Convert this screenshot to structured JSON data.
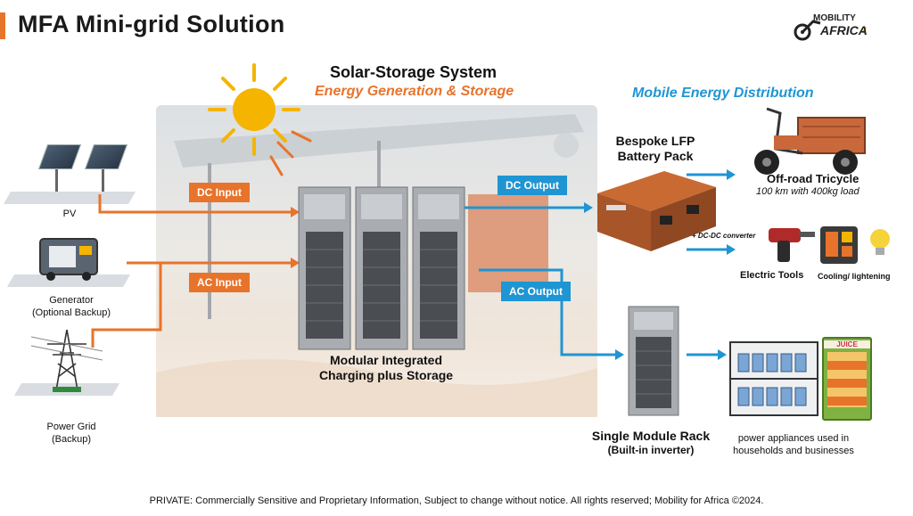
{
  "header": {
    "title": "MFA Mini-grid Solution",
    "logo_line1": "MOBILITY",
    "logo_line2": "AFRICA"
  },
  "system": {
    "title": "Solar-Storage System",
    "subtitle": "Energy Generation & Storage",
    "main_label_line1": "Modular Integrated",
    "main_label_line2": "Charging plus Storage"
  },
  "sources": {
    "pv": "PV",
    "generator_line1": "Generator",
    "generator_line2": "(Optional Backup)",
    "grid_line1": "Power Grid",
    "grid_line2": "(Backup)"
  },
  "flows": {
    "dc_input": "DC Input",
    "ac_input": "AC Input",
    "dc_output": "DC Output",
    "ac_output": "AC Output",
    "dcdc_converter": "+ DC-DC converter"
  },
  "distribution": {
    "title": "Mobile Energy Distribution",
    "battery_line1": "Bespoke LFP",
    "battery_line2": "Battery Pack",
    "tricycle": "Off-road Tricycle",
    "tricycle_spec": "100 km with 400kg load",
    "electric_tools": "Electric Tools",
    "cooling": "Cooling/ lightening",
    "rack_line1": "Single Module Rack",
    "rack_line2": "(Built-in inverter)",
    "appliances_line1": "power appliances used in",
    "appliances_line2": "households and businesses",
    "juice_label": "JUICE"
  },
  "footer": {
    "text": "PRIVATE: Commercially Sensitive and Proprietary Information, Subject to change without notice. All rights reserved; Mobility for Africa ©2024."
  },
  "colors": {
    "accent_orange": "#e8732a",
    "accent_blue": "#1f95d3",
    "sun": "#f5b400"
  },
  "icons": [
    "sun-icon",
    "pv-panel-icon",
    "generator-icon",
    "transmission-tower-icon",
    "storage-cabinet-icon",
    "battery-pack-icon",
    "tricycle-icon",
    "drill-icon",
    "heater-icon",
    "bulb-icon",
    "rack-icon",
    "fridge-icon"
  ]
}
